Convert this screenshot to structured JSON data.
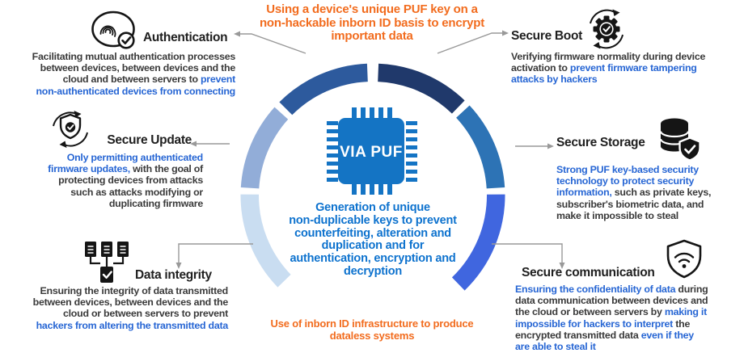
{
  "colors": {
    "orange": "#f26c1e",
    "blue": "#2766d4",
    "center_blue": "#0d72ce",
    "dark": "#3a3a3a",
    "chip_blue": "#1474c4",
    "arrow_gray": "#999999"
  },
  "center": {
    "chip_label": "VIA PUF",
    "top_note": "Using a device's unique PUF key on a\nnon-hackable inborn ID basis to encrypt\nimportant data",
    "middle_note": "Generation of unique\nnon-duplicable keys to prevent\ncounterfeiting, alteration and\nduplication and for\nauthentication, encryption and\ndecryption",
    "bottom_note": "Use of inborn ID infrastructure to produce\ndataless systems"
  },
  "ring": {
    "segments": [
      {
        "name": "top-right",
        "color": "#20396b",
        "start": 2.5,
        "end": 44
      },
      {
        "name": "right-upper",
        "color": "#2d73b5",
        "start": 47,
        "end": 86.5
      },
      {
        "name": "right-lower",
        "color": "#4066df",
        "start": 89.5,
        "end": 136
      },
      {
        "name": "bottom-left",
        "color": "#c9ddf1",
        "start": 226,
        "end": 270.5
      },
      {
        "name": "left",
        "color": "#92add8",
        "start": 273.5,
        "end": 312
      },
      {
        "name": "top-left",
        "color": "#2d5a9d",
        "start": 315,
        "end": 357.5
      }
    ]
  },
  "sections": [
    {
      "id": "authentication",
      "title": "Authentication",
      "icon": "fingerprint-check-icon",
      "desc": [
        {
          "t": "Facilitating mutual authentication processes\nbetween devices, between devices and the\ncloud and between servers to ",
          "c": "dark"
        },
        {
          "t": "prevent\nnon-authenticated devices from connecting",
          "c": "blue"
        }
      ]
    },
    {
      "id": "secure-boot",
      "title": "Secure Boot",
      "icon": "gear-sync-check-icon",
      "desc": [
        {
          "t": "Verifying firmware normality during device\nactivation to ",
          "c": "dark"
        },
        {
          "t": "prevent firmware tampering\nattacks by hackers",
          "c": "blue"
        }
      ]
    },
    {
      "id": "secure-update",
      "title": "Secure Update",
      "icon": "shield-sync-check-icon",
      "desc": [
        {
          "t": "Only permitting authenticated\nfirmware updates,",
          "c": "blue"
        },
        {
          "t": " with the goal of\nprotecting devices from attacks\nsuch as attacks modifying or\nduplicating firmware",
          "c": "dark"
        }
      ]
    },
    {
      "id": "secure-storage",
      "title": "Secure Storage",
      "icon": "database-shield-check-icon",
      "desc": [
        {
          "t": "Strong PUF key-based security\ntechnology to protect security\ninformation,",
          "c": "blue"
        },
        {
          "t": " such as private keys,\nsubscriber's biometric data, and\nmake it impossible to steal",
          "c": "dark"
        }
      ]
    },
    {
      "id": "data-integrity",
      "title": "Data integrity",
      "icon": "documents-check-icon",
      "desc": [
        {
          "t": "Ensuring the integrity of data transmitted\nbetween devices, between devices and the\ncloud or between servers to prevent\n",
          "c": "dark"
        },
        {
          "t": "hackers from altering the transmitted data",
          "c": "blue"
        }
      ]
    },
    {
      "id": "secure-communication",
      "title": "Secure communication",
      "icon": "shield-wifi-icon",
      "desc": [
        {
          "t": "Ensuring the confidentiality of data",
          "c": "blue"
        },
        {
          "t": " during\ndata communication between devices and\nthe cloud or between servers by ",
          "c": "dark"
        },
        {
          "t": "making it\nimpossible for hackers to interpret",
          "c": "blue"
        },
        {
          "t": " the\nencrypted transmitted data ",
          "c": "dark"
        },
        {
          "t": "even if they\nare able to steal it",
          "c": "blue"
        }
      ]
    }
  ]
}
